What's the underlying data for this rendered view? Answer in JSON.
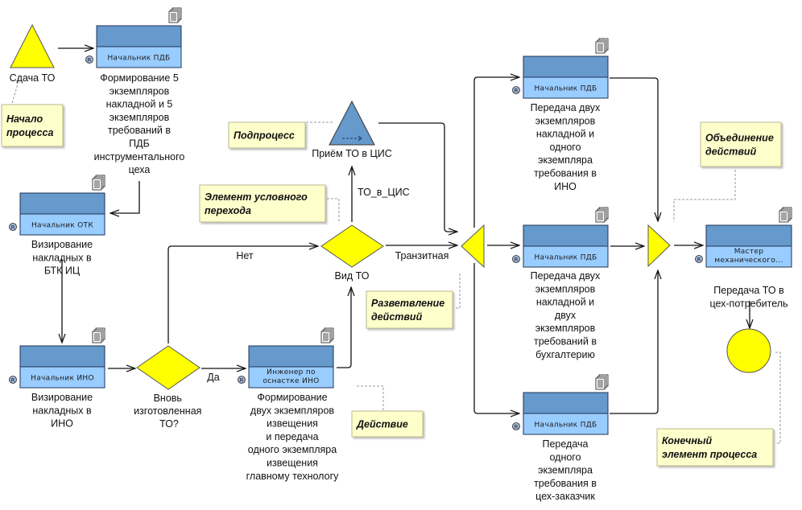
{
  "colors": {
    "yellow": "#ffff00",
    "box_top": "#6699cc",
    "box_bottom": "#99ccff",
    "subprocess": "#6699cc",
    "note_bg": "#ffffcc"
  },
  "start_event": {
    "label": "Сдача ТО"
  },
  "subprocess": {
    "label": "Приём ТО в ЦИС"
  },
  "end_event": {
    "label": ""
  },
  "actions": [
    {
      "id": "a1",
      "role": "Начальник ПДБ",
      "label": [
        "Формирование 5",
        "экземпляров",
        "накладной и 5",
        "экземпляров",
        "требований в",
        "ПДБ",
        "инструментального",
        "цеха"
      ]
    },
    {
      "id": "a2",
      "role": "Начальник ОТК",
      "label": [
        "Визирование",
        "накладных в",
        "БТК ИЦ"
      ]
    },
    {
      "id": "a3",
      "role": "Начальник ИНО",
      "label": [
        "Визирование",
        "накладных в",
        "ИНО"
      ]
    },
    {
      "id": "a4",
      "role": [
        "Инженер по",
        "оснастке ИНО"
      ],
      "label": [
        "Формирование",
        "двух экземпляров",
        "извещения",
        "и передача",
        "одного экземпляра",
        "извещения",
        "главному технологу"
      ]
    },
    {
      "id": "a5",
      "role": "Начальник ПДБ",
      "label": [
        "Передача двух",
        "экземпляров",
        "накладной и",
        "одного",
        "экземпляра",
        "требования в",
        "ИНО"
      ]
    },
    {
      "id": "a6",
      "role": "Начальник ПДБ",
      "label": [
        "Передача двух",
        "экземпляров",
        "накладной и",
        "двух",
        "экземпляров",
        "требований  в",
        "бухгалтерию"
      ]
    },
    {
      "id": "a7",
      "role": "Начальник ПДБ",
      "label": [
        "Передача",
        "одного",
        "экземпляра",
        "требования в",
        "цех-заказчик"
      ]
    },
    {
      "id": "a8",
      "role": [
        "Мастер",
        "механического..."
      ],
      "label": [
        "Передача ТО в",
        "цех-потребитель"
      ]
    }
  ],
  "decisions": [
    {
      "id": "d1",
      "label": [
        "Вновь",
        "изготовленная",
        "ТО?"
      ]
    },
    {
      "id": "d2",
      "label": [
        "Вид ТО"
      ]
    }
  ],
  "edge_labels": {
    "yes": "Да",
    "no": "Нет",
    "to_cis": "ТО_в_ЦИС",
    "transit": "Транзитная"
  },
  "notes": {
    "start": [
      "Начало",
      "процесса"
    ],
    "subprocess": [
      "Подпроцесс"
    ],
    "conditional": [
      "Элемент условного",
      "перехода"
    ],
    "split": [
      "Разветвление",
      "действий"
    ],
    "action": [
      "Действие"
    ],
    "join": [
      "Объединение",
      "действий"
    ],
    "end": [
      "Конечный",
      "элемент процесса"
    ]
  },
  "resource_badge": "R"
}
